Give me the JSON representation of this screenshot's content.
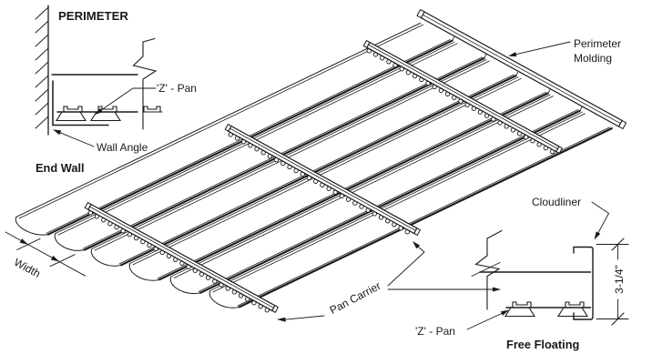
{
  "diagram": {
    "type": "ceiling-system-technical-drawing",
    "colors": {
      "line": "#1a1a1a",
      "background": "#ffffff"
    },
    "perimeter_detail": {
      "title": "PERIMETER",
      "zpan_label": "'Z' - Pan",
      "wall_angle_label": "Wall Angle",
      "caption": "End Wall"
    },
    "isometric": {
      "perimeter_molding_label_line1": "Perimeter",
      "perimeter_molding_label_line2": "Molding",
      "pan_carrier_label": "Pan Carrier",
      "width_label": "Width"
    },
    "free_floating_detail": {
      "cloudliner_label": "Cloudliner",
      "dimension": "3-1/4\"",
      "zpan_label": "'Z' - Pan",
      "caption": "Free Floating"
    }
  }
}
